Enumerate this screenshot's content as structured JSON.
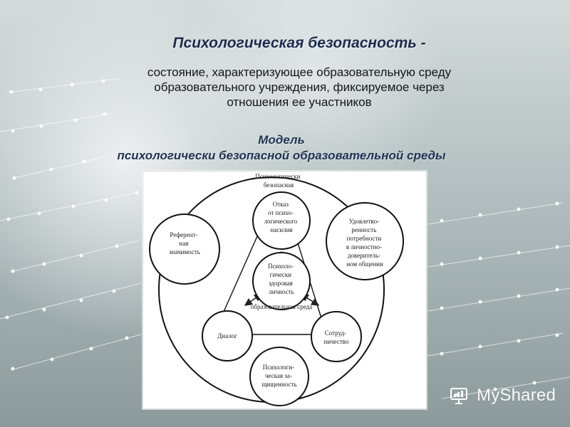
{
  "slide": {
    "title": "Психологическая безопасность -",
    "subtitle": "состояние, характеризующее образовательную среду\nобразовательного учреждения, фиксируемое через\nотношения ее участников",
    "model_heading": "Модель\nпсихологически безопасной образовательной среды"
  },
  "diagram": {
    "outer_label": [
      "Психологически",
      "безопасная"
    ],
    "inner_label": "образовательная среда",
    "center_node": [
      "Психоло-",
      "гически",
      "здоровая",
      "личность"
    ],
    "top_node": [
      "Отказ",
      "от психо-",
      "логического",
      "насилия"
    ],
    "left_node": [
      "Референт-",
      "ная",
      "значимость"
    ],
    "right_node": [
      "Удовлетво-",
      "ренность",
      "потребности",
      "в личностно-",
      "доверитель-",
      "ном общении"
    ],
    "dialog_node": "Диалог",
    "cooperation_node": [
      "Сотруд-",
      "ничество"
    ],
    "protection_node": [
      "Психологи-",
      "ческая за-",
      "щищенность"
    ]
  },
  "brand": {
    "watermark": "MyShared"
  }
}
